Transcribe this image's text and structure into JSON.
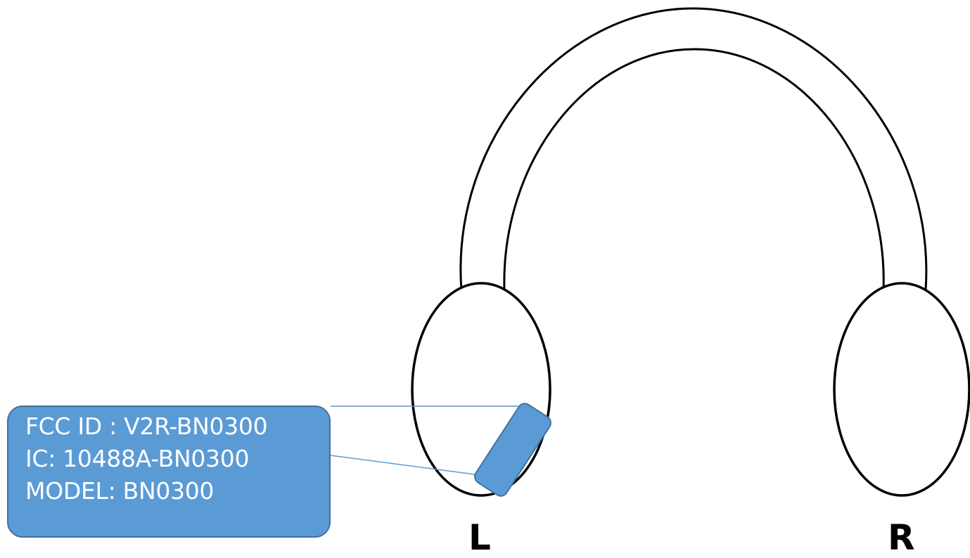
{
  "label": {
    "fcc_id": "FCC ID : V2R-BN0300",
    "ic": "IC: 10488A-BN0300",
    "model": "MODEL: BN0300"
  },
  "sides": {
    "left": "L",
    "right": "R"
  },
  "colors": {
    "label_fill": "#5b9bd5",
    "label_border": "#41719c",
    "label_text": "#ffffff",
    "outline": "#000000"
  },
  "icons": {
    "headphones": "headphones-outline-icon"
  }
}
